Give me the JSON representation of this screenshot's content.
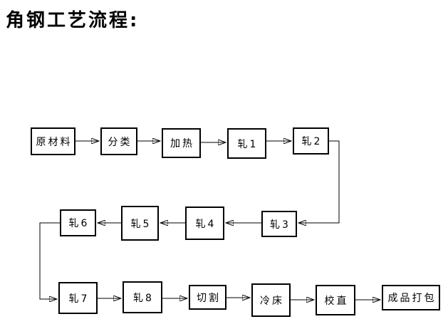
{
  "page": {
    "title": "角钢工艺流程:"
  },
  "flowchart": {
    "nodes": [
      {
        "id": "raw-material",
        "label": "原材料"
      },
      {
        "id": "sorting",
        "label": "分类"
      },
      {
        "id": "heating",
        "label": "加热"
      },
      {
        "id": "roll-1",
        "label": "轧1"
      },
      {
        "id": "roll-2",
        "label": "轧2"
      },
      {
        "id": "roll-3",
        "label": "轧3"
      },
      {
        "id": "roll-4",
        "label": "轧4"
      },
      {
        "id": "roll-5",
        "label": "轧5"
      },
      {
        "id": "roll-6",
        "label": "轧6"
      },
      {
        "id": "roll-7",
        "label": "轧7"
      },
      {
        "id": "roll-8",
        "label": "轧8"
      },
      {
        "id": "cutting",
        "label": "切割"
      },
      {
        "id": "cooling-bed",
        "label": "冷床"
      },
      {
        "id": "straightening",
        "label": "校直"
      },
      {
        "id": "packing",
        "label": "成品打包"
      }
    ],
    "edges": [
      {
        "from": "raw-material",
        "to": "sorting"
      },
      {
        "from": "sorting",
        "to": "heating"
      },
      {
        "from": "heating",
        "to": "roll-1"
      },
      {
        "from": "roll-1",
        "to": "roll-2"
      },
      {
        "from": "roll-2",
        "to": "roll-3"
      },
      {
        "from": "roll-3",
        "to": "roll-4"
      },
      {
        "from": "roll-4",
        "to": "roll-5"
      },
      {
        "from": "roll-5",
        "to": "roll-6"
      },
      {
        "from": "roll-6",
        "to": "roll-7"
      },
      {
        "from": "roll-7",
        "to": "roll-8"
      },
      {
        "from": "roll-8",
        "to": "cutting"
      },
      {
        "from": "cutting",
        "to": "cooling-bed"
      },
      {
        "from": "cooling-bed",
        "to": "straightening"
      },
      {
        "from": "straightening",
        "to": "packing"
      }
    ],
    "colors": {
      "line": "#000000",
      "box_border": "#000000",
      "text": "#000000",
      "background": "#ffffff"
    }
  }
}
